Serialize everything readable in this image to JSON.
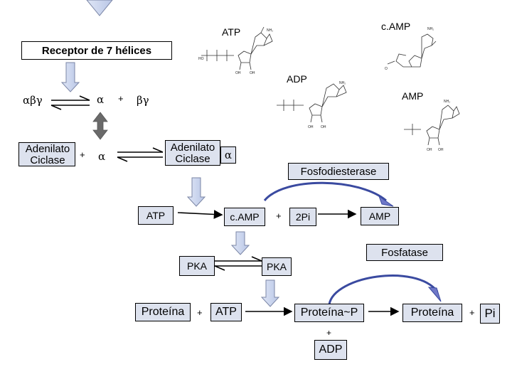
{
  "top": {
    "receptor": "Receptor de 7 hélices",
    "atp": "ATP",
    "camp": "c.AMP",
    "adp": "ADP",
    "amp": "AMP"
  },
  "gprotein": {
    "abg": "αβγ",
    "alpha": "α",
    "plus": "+",
    "bg": "βγ"
  },
  "cyclase": {
    "left_label": "Adenilato\nCiclase",
    "plus": "+",
    "alpha_left": "α",
    "right_label": "Adenilato\nCiclase",
    "alpha_right": "α"
  },
  "reaction1": {
    "fosfodiesterase": "Fosfodiesterase",
    "atp": "ATP",
    "camp": "c.AMP",
    "plus": "+",
    "pi2": "2Pi",
    "amp": "AMP"
  },
  "reaction2": {
    "fosfatase": "Fosfatase",
    "pka_left": "PKA",
    "pka_right": "PKA",
    "proteina": "Proteína",
    "plus": "+",
    "atp": "ATP",
    "proteina_p": "Proteína~P",
    "plus2": "+",
    "adp": "ADP",
    "proteina_final": "Proteína",
    "plus3": "+",
    "pi": "Pi"
  },
  "colors": {
    "arrow_fill": "#c8d3ec",
    "arrow_stroke": "#7b86a6",
    "curve": "#3a4aa0",
    "curve_head": "#6f78c8",
    "double_arrow": "#6a6a6a"
  }
}
